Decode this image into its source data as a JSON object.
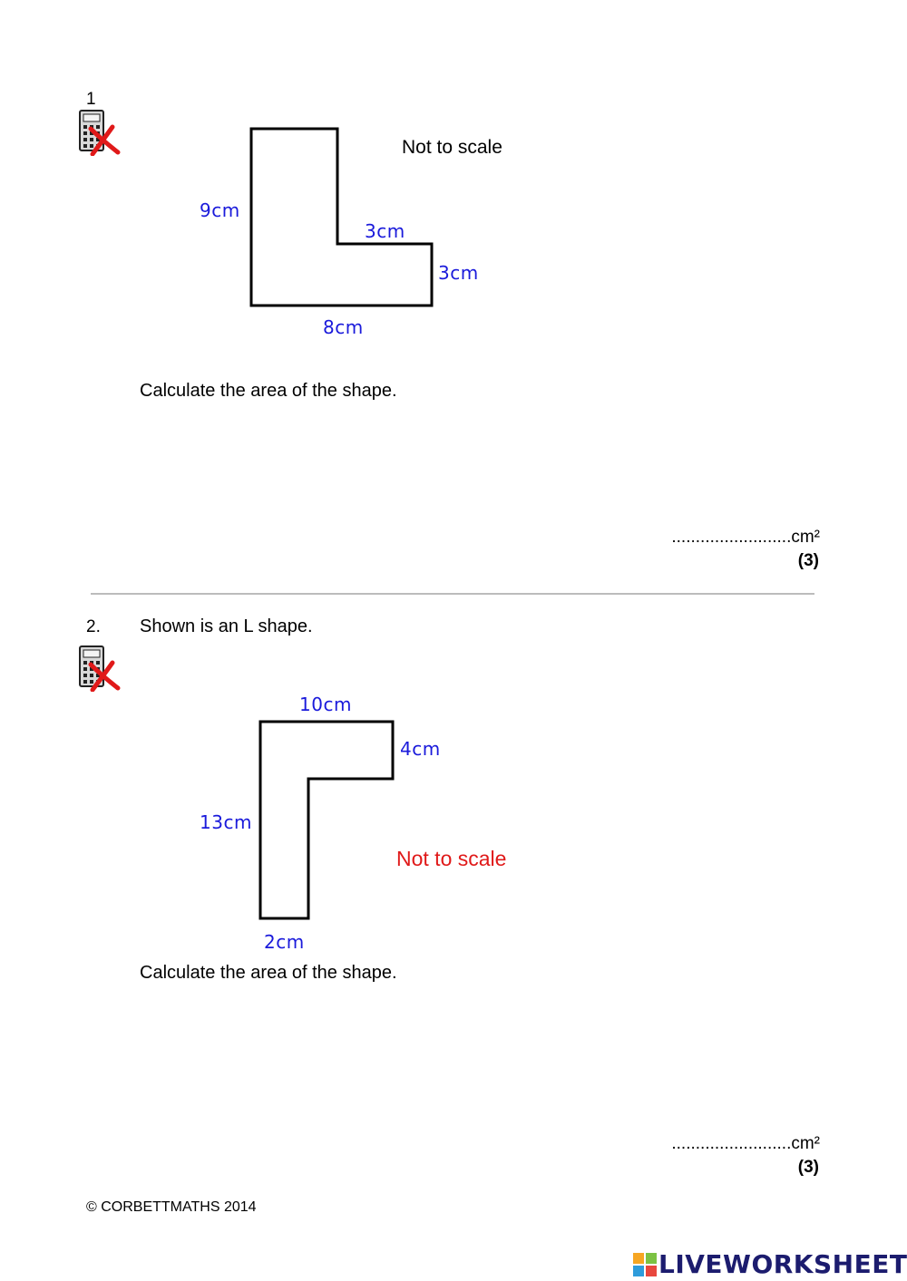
{
  "question1": {
    "number": "1",
    "labels": {
      "left": "9cm",
      "inner_top": "3cm",
      "inner_right": "3cm",
      "bottom": "8cm"
    },
    "scale_note": "Not to scale",
    "prompt": "Calculate the area of the shape.",
    "answer_line": ".........................cm²",
    "marks": "(3)"
  },
  "question2": {
    "number": "2.",
    "intro": "Shown is an L shape.",
    "labels": {
      "top": "10cm",
      "right": "4cm",
      "left": "13cm",
      "bottom": "2cm"
    },
    "scale_note": "Not to scale",
    "prompt": "Calculate the area of the shape.",
    "answer_line": ".........................cm²",
    "marks": "(3)"
  },
  "footer": {
    "copyright": "© CORBETTMATHS 2014",
    "brand": "LIVEWORKSHEETS"
  },
  "colors": {
    "dimension_label": "#1a1adb",
    "scale_note_q2": "#e01919",
    "no_calculator_cross": "#e01919",
    "divider": "#bcbcbc",
    "brand_text": "#1c1c6e"
  },
  "icons": {
    "no_calculator": "no-calculator-icon",
    "brand_logo": "liveworksheets-logo-icon"
  }
}
